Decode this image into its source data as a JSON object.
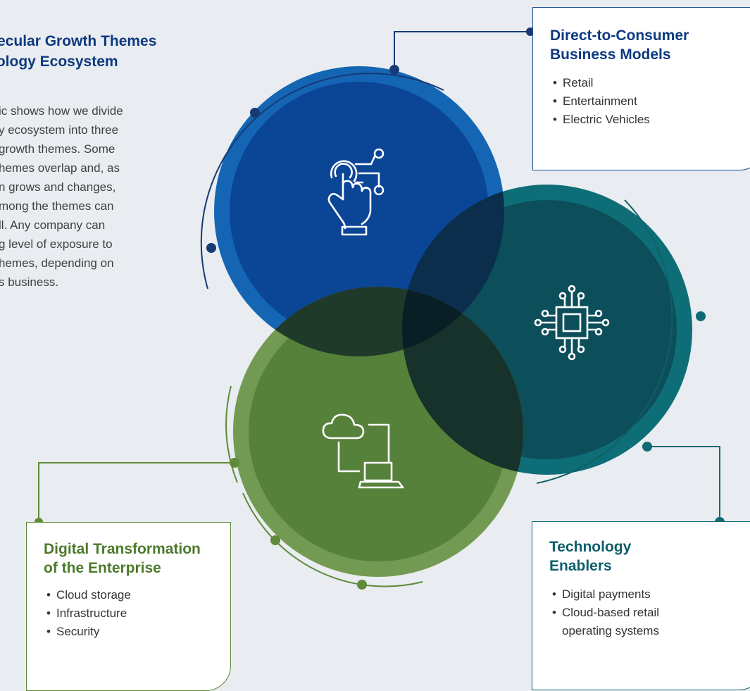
{
  "heading": {
    "line1": "Secular Growth Themes",
    "line2": "nology Ecosystem"
  },
  "intro": {
    "lines": [
      "ic shows how we divide",
      "y ecosystem into three",
      "growth themes. Some",
      "hemes overlap and, as",
      "n grows and changes,",
      "mong the themes can",
      "ll. Any company can",
      "g level of exposure to",
      "hemes, depending on",
      "s business."
    ]
  },
  "themes": {
    "direct_to_consumer": {
      "title_line1": "Direct-to-Consumer",
      "title_line2": "Business Models",
      "items": [
        "Retail",
        "Entertainment",
        "Electric Vehicles"
      ],
      "icon": "touch-tech-hand-icon",
      "color": "#0d4ea0"
    },
    "digital_transformation": {
      "title_line1": "Digital Transformation",
      "title_line2": "of the Enterprise",
      "items": [
        "Cloud storage",
        "Infrastructure",
        "Security"
      ],
      "icon": "cloud-laptop-icon",
      "color": "#4e7a2f"
    },
    "technology_enablers": {
      "title_line1": "Technology",
      "title_line2": "Enablers",
      "items": [
        "Digital payments",
        "Cloud-based retail",
        "operating systems"
      ],
      "icon": "chip-icon",
      "color": "#0f5f66"
    }
  },
  "colors": {
    "blue_dark": "#0b3f8c",
    "blue_light": "#1466b4",
    "teal_dark": "#0d4f58",
    "teal_light": "#0e6e78",
    "green_dark": "#4a782c",
    "green_light": "#6a9445",
    "navy_line": "#173a75",
    "background": "#e9ecf0"
  }
}
